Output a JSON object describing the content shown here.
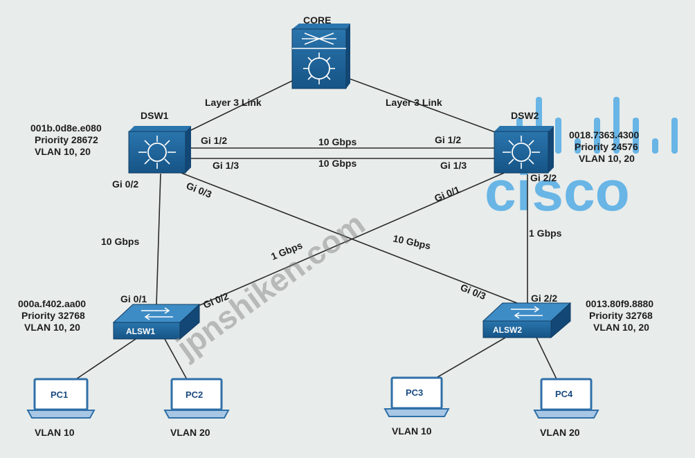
{
  "core": {
    "label": "CORE"
  },
  "links": {
    "l3_left": "Layer 3 Link",
    "l3_right": "Layer 3 Link",
    "dsw_upper_speed": "10 Gbps",
    "dsw_lower_speed": "10 Gbps",
    "dsw1_alsw1_speed": "10 Gbps",
    "dsw2_alsw1_speed": "1 Gbps",
    "dsw1_alsw2_speed": "10 Gbps",
    "dsw2_alsw2_speed": "1 Gbps"
  },
  "ports": {
    "dsw1_gi12": "Gi 1/2",
    "dsw1_gi13": "Gi 1/3",
    "dsw1_gi02": "Gi 0/2",
    "dsw1_gi03": "Gi 0/3",
    "dsw2_gi12": "Gi 1/2",
    "dsw2_gi13": "Gi 1/3",
    "dsw2_gi01": "Gi 0/1",
    "dsw2_gi22": "Gi 2/2",
    "alsw1_gi01": "Gi 0/1",
    "alsw1_gi02": "Gi 0/2",
    "alsw2_gi03": "Gi 0/3",
    "alsw2_gi22": "Gi 2/2"
  },
  "dsw1": {
    "label": "DSW1",
    "mac": "001b.0d8e.e080",
    "priority": "Priority 28672",
    "vlan": "VLAN 10, 20"
  },
  "dsw2": {
    "label": "DSW2",
    "mac": "0018.7363.4300",
    "priority": "Priority 24576",
    "vlan": "VLAN 10, 20"
  },
  "alsw1": {
    "label": "ALSW1",
    "mac": "000a.f402.aa00",
    "priority": "Priority 32768",
    "vlan": "VLAN 10, 20"
  },
  "alsw2": {
    "label": "ALSW2",
    "mac": "0013.80f9.8880",
    "priority": "Priority 32768",
    "vlan": "VLAN 10, 20"
  },
  "pcs": [
    {
      "label": "PC1",
      "vlan": "VLAN 10"
    },
    {
      "label": "PC2",
      "vlan": "VLAN 20"
    },
    {
      "label": "PC3",
      "vlan": "VLAN 10"
    },
    {
      "label": "PC4",
      "vlan": "VLAN 20"
    }
  ],
  "logo": {
    "text": "cisco",
    "color": "#5bb0e6"
  },
  "watermark": "jpnshiken.com",
  "colors": {
    "device": "#1f6296",
    "device_dark": "#134775",
    "link": "#2a2a2a",
    "background": "#e8ecea"
  }
}
